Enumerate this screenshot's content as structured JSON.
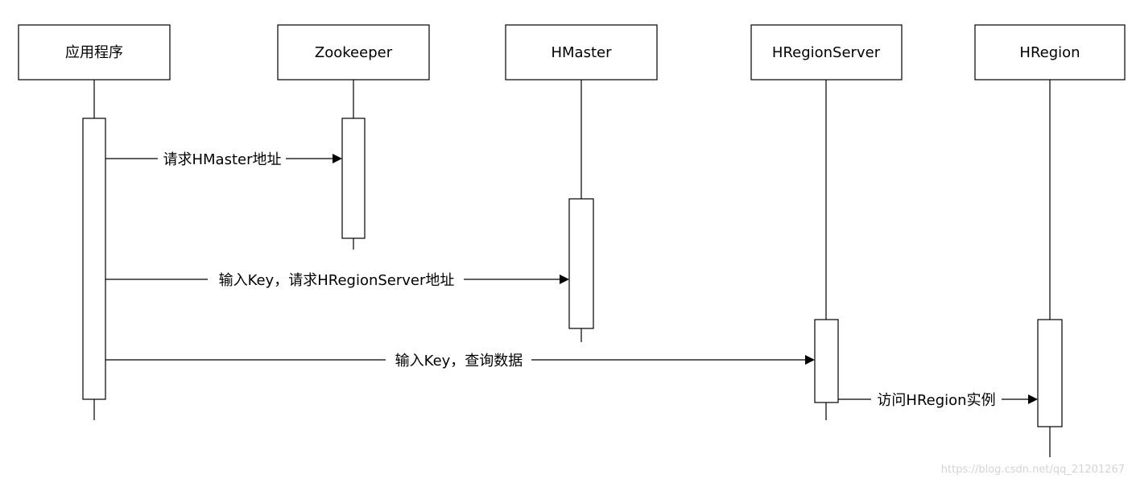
{
  "participants": [
    {
      "label": "应用程序"
    },
    {
      "label": "Zookeeper"
    },
    {
      "label": "HMaster"
    },
    {
      "label": "HRegionServer"
    },
    {
      "label": "HRegion"
    }
  ],
  "messages": [
    {
      "label": "请求HMaster地址"
    },
    {
      "label": "输入Key，请求HRegionServer地址"
    },
    {
      "label": "输入Key，查询数据"
    },
    {
      "label": "访问HRegion实例"
    }
  ],
  "watermark": "https://blog.csdn.net/qq_21201267"
}
